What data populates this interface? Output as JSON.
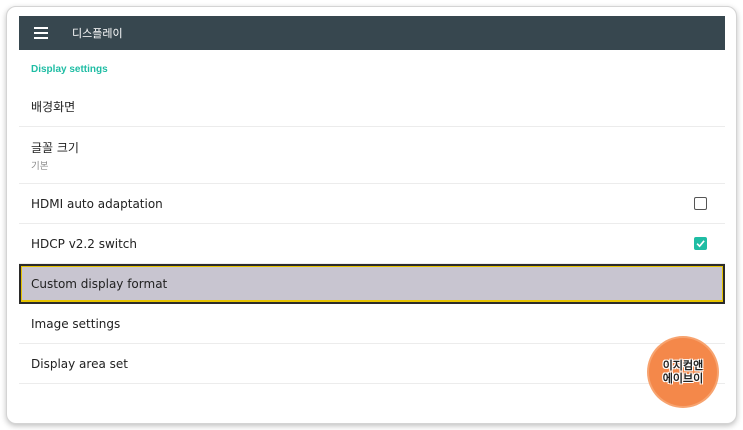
{
  "appbar": {
    "menu_icon": "hamburger-menu-icon",
    "title": "디스플레이",
    "bg_color": "#37474f"
  },
  "section": {
    "header": "Display settings",
    "accent_color": "#1fbda4"
  },
  "items": [
    {
      "label": "배경화면"
    },
    {
      "label": "글꼴 크기",
      "subtitle": "기본"
    },
    {
      "label": "HDMI auto adaptation",
      "checkbox": false
    },
    {
      "label": "HDCP v2.2 switch",
      "checkbox": true
    },
    {
      "label": "Custom display format",
      "selected": true
    },
    {
      "label": "Image settings"
    },
    {
      "label": "Display area set"
    }
  ],
  "watermark": {
    "line1": "이지컴앤",
    "line2": "에이브이"
  }
}
